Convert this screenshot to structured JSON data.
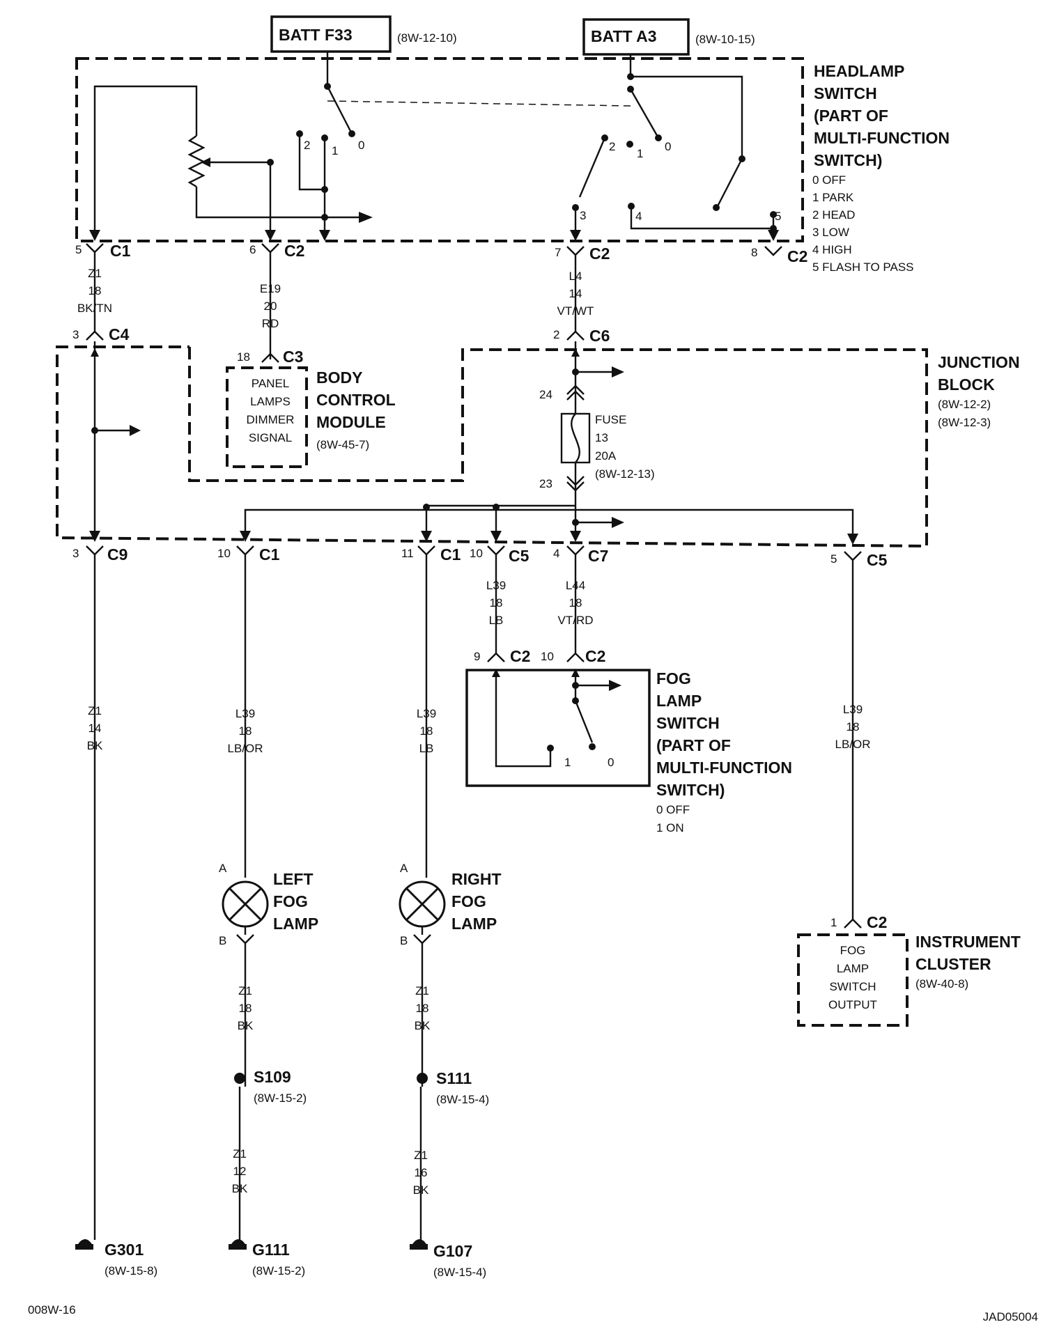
{
  "batt_sources": [
    {
      "label": "BATT F33",
      "ref": "(8W-12-10)"
    },
    {
      "label": "BATT A3",
      "ref": "(8W-10-15)"
    }
  ],
  "headlamp_switch": {
    "title_lines": [
      "HEADLAMP",
      "SWITCH",
      "(PART OF",
      "MULTI-FUNCTION",
      "SWITCH)"
    ],
    "positions": [
      "0 OFF",
      "1 PARK",
      "2 HEAD",
      "3 LOW",
      "4 HIGH",
      "5 FLASH TO PASS"
    ],
    "contact_labels": [
      "0",
      "2",
      "1",
      "2",
      "1",
      "0",
      "3",
      "4",
      "5"
    ]
  },
  "connectors": [
    {
      "pin": "5",
      "name": "C1"
    },
    {
      "pin": "6",
      "name": "C2"
    },
    {
      "pin": "7",
      "name": "C2"
    },
    {
      "pin": "8",
      "name": "C2"
    },
    {
      "pin": "3",
      "name": "C4"
    },
    {
      "pin": "18",
      "name": "C3"
    },
    {
      "pin": "2",
      "name": "C6"
    },
    {
      "pin": "3",
      "name": "C9"
    },
    {
      "pin": "10",
      "name": "C1"
    },
    {
      "pin": "11",
      "name": "C1"
    },
    {
      "pin": "10",
      "name": "C5"
    },
    {
      "pin": "4",
      "name": "C7"
    },
    {
      "pin": "5",
      "name": "C5"
    },
    {
      "pin": "9",
      "name": "C2"
    },
    {
      "pin": "10",
      "name": "C2"
    },
    {
      "pin": "1",
      "name": "C2"
    }
  ],
  "wires": [
    {
      "circuit": "Z1",
      "gauge": "18",
      "color": "BK/TN"
    },
    {
      "circuit": "E19",
      "gauge": "20",
      "color": "RD"
    },
    {
      "circuit": "L4",
      "gauge": "14",
      "color": "VT/WT"
    },
    {
      "circuit": "L39",
      "gauge": "18",
      "color": "LB"
    },
    {
      "circuit": "L44",
      "gauge": "18",
      "color": "VT/RD"
    },
    {
      "circuit": "Z1",
      "gauge": "14",
      "color": "BK"
    },
    {
      "circuit": "L39",
      "gauge": "18",
      "color": "LB/OR"
    },
    {
      "circuit": "L39",
      "gauge": "18",
      "color": "LB"
    },
    {
      "circuit": "L39",
      "gauge": "18",
      "color": "LB/OR"
    },
    {
      "circuit": "Z1",
      "gauge": "18",
      "color": "BK"
    },
    {
      "circuit": "Z1",
      "gauge": "18",
      "color": "BK"
    },
    {
      "circuit": "Z1",
      "gauge": "12",
      "color": "BK"
    },
    {
      "circuit": "Z1",
      "gauge": "16",
      "color": "BK"
    }
  ],
  "body_control_module": {
    "inner_lines": [
      "PANEL",
      "LAMPS",
      "DIMMER",
      "SIGNAL"
    ],
    "title_lines": [
      "BODY",
      "CONTROL",
      "MODULE"
    ],
    "ref": "(8W-45-7)"
  },
  "junction_block": {
    "title_lines": [
      "JUNCTION",
      "BLOCK"
    ],
    "refs": [
      "(8W-12-2)",
      "(8W-12-3)"
    ],
    "fuse_lines": [
      "FUSE",
      "13",
      "20A",
      "(8W-12-13)"
    ],
    "fuse_pins": [
      "24",
      "23"
    ]
  },
  "fog_lamp_switch": {
    "title_lines": [
      "FOG",
      "LAMP",
      "SWITCH",
      "(PART OF",
      "MULTI-FUNCTION",
      "SWITCH)"
    ],
    "positions": [
      "0 OFF",
      "1 ON"
    ],
    "contact_labels": [
      "1",
      "0"
    ]
  },
  "lamps": [
    {
      "title_lines": [
        "LEFT",
        "FOG",
        "LAMP"
      ],
      "pin_a": "A",
      "pin_b": "B"
    },
    {
      "title_lines": [
        "RIGHT",
        "FOG",
        "LAMP"
      ],
      "pin_a": "A",
      "pin_b": "B"
    }
  ],
  "splices": [
    {
      "name": "S109",
      "ref": "(8W-15-2)"
    },
    {
      "name": "S111",
      "ref": "(8W-15-4)"
    }
  ],
  "grounds": [
    {
      "name": "G301",
      "ref": "(8W-15-8)"
    },
    {
      "name": "G111",
      "ref": "(8W-15-2)"
    },
    {
      "name": "G107",
      "ref": "(8W-15-4)"
    }
  ],
  "instrument_cluster": {
    "inner_lines": [
      "FOG",
      "LAMP",
      "SWITCH",
      "OUTPUT"
    ],
    "title_lines": [
      "INSTRUMENT",
      "CLUSTER"
    ],
    "ref": "(8W-40-8)"
  },
  "footer": {
    "left": "008W-16",
    "right": "JAD05004"
  }
}
